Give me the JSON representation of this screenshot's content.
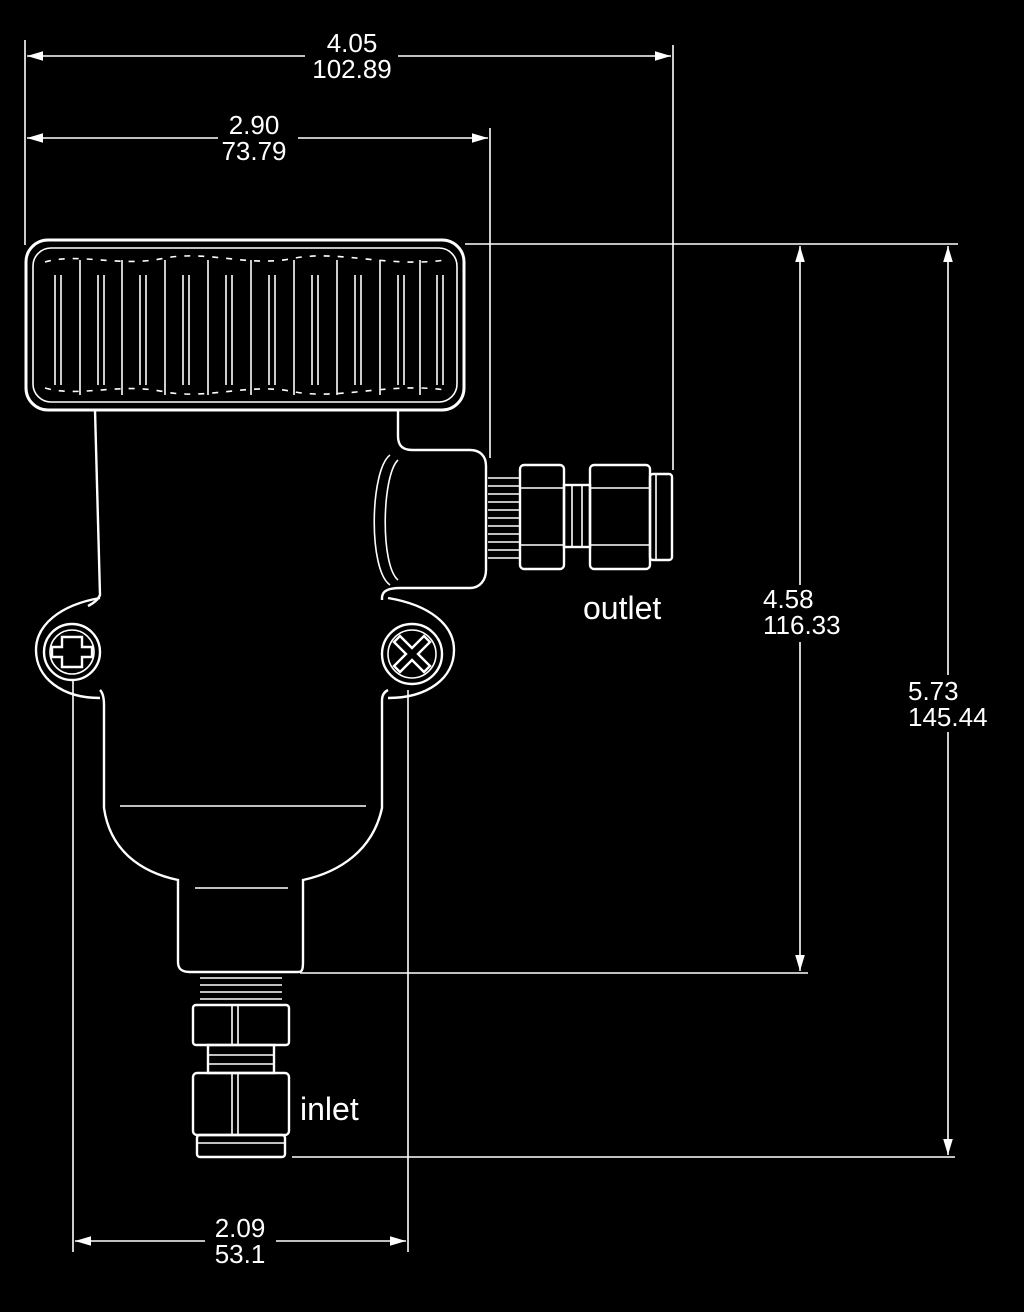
{
  "dimensions": {
    "overall_width": {
      "in": "4.05",
      "mm": "102.89"
    },
    "cap_width": {
      "in": "2.90",
      "mm": "73.79"
    },
    "body_height": {
      "in": "4.58",
      "mm": "116.33"
    },
    "overall_height": {
      "in": "5.73",
      "mm": "145.44"
    },
    "mount_spacing": {
      "in": "2.09",
      "mm": "53.1"
    }
  },
  "ports": {
    "outlet": "outlet",
    "inlet": "inlet"
  },
  "colors": {
    "background": "#000000",
    "line": "#ffffff"
  }
}
